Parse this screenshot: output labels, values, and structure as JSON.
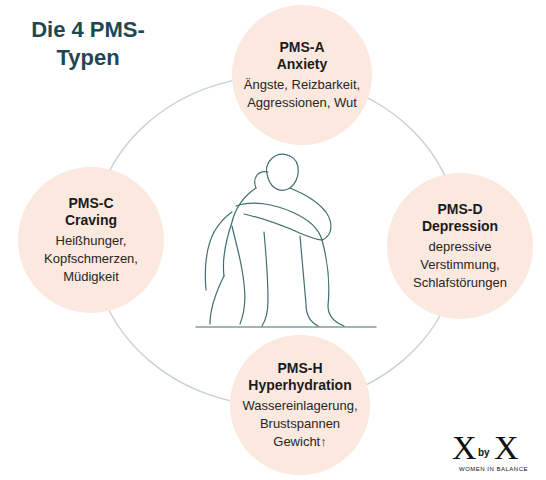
{
  "diagram": {
    "title": "Die 4 PMS-Typen",
    "nodes": [
      {
        "text": [
          "PMS-A Anxiety",
          "Ängste, Reizbarkeit, Aggressionen, Wut"
        ]
      },
      {
        "text": [
          "PMS-C Craving",
          "Heißhunger, Kopfschmerzen, Müdigkeit"
        ]
      },
      {
        "text": [
          "PMS-D Depression",
          "depressive Verstimmung, Schlafstörungen"
        ]
      },
      {
        "text": [
          "PMS-H Hyperhydration",
          "Wassereinlagerung, Brustspannen Gewicht↑"
        ]
      }
    ],
    "labels": [
      "X",
      "by",
      "X",
      "WOMEN IN BALANCE"
    ]
  }
}
